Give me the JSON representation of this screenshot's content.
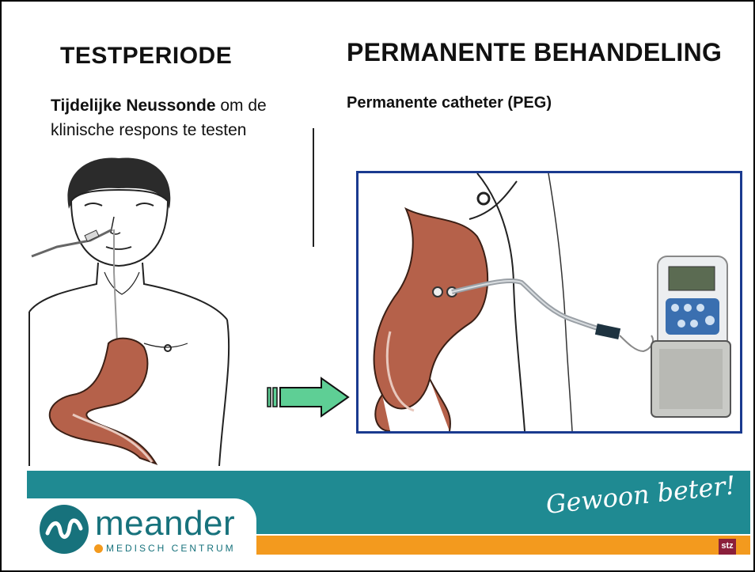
{
  "left": {
    "heading": "TESTPERIODE",
    "subtitle_bold": "Tijdelijke Neussonde",
    "subtitle_rest": " om de klinische respons te testen"
  },
  "right": {
    "heading": "PERMANENTE BEHANDELING",
    "subtitle": "Permanente catheter (PEG)"
  },
  "footer": {
    "logo_word": "meander",
    "logo_sub": "MEDISCH CENTRUM",
    "slogan": "Gewoon beter!",
    "badge": "stz"
  },
  "colors": {
    "teal": "#1f8a92",
    "orange": "#f39a1e",
    "frame_blue": "#1a3a8f",
    "arrow_green": "#5ecf95",
    "stomach": "#b5614a"
  }
}
